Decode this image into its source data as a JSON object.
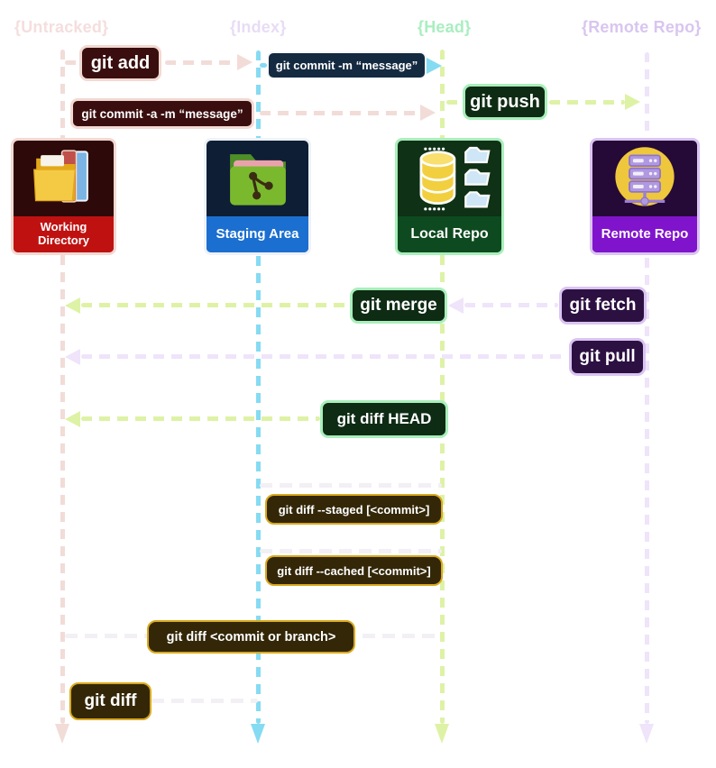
{
  "columns": {
    "untracked": "{Untracked}",
    "index": "{Index}",
    "head": "{Head}",
    "remote": "{Remote Repo}"
  },
  "commands": {
    "add": "git add",
    "commit_m": "git commit -m “message”",
    "commit_am": "git commit -a -m “message”",
    "push": "git push",
    "merge": "git merge",
    "fetch": "git fetch",
    "pull": "git pull",
    "diff_head": "git diff HEAD",
    "diff_staged": "git diff --staged [<commit>]",
    "diff_cached": "git diff --cached [<commit>]",
    "diff_commit_branch": "git diff <commit or branch>",
    "diff": "git diff"
  },
  "nodes": {
    "working_directory": "Working Directory",
    "staging_area": "Staging Area",
    "local_repo": "Local Repo",
    "remote_repo": "Remote Repo"
  },
  "icons": {
    "working_directory": "folders-icon",
    "staging_area": "git-branch-folder-icon",
    "local_repo": "database-icon",
    "remote_repo": "server-icon"
  },
  "colors": {
    "lane-untracked": "#f2dcd8",
    "lane-index": "#85dbf2",
    "lane-head": "#def2a6",
    "lane-remote": "#efe4fa",
    "maroon-bg": "#3a0e0e",
    "maroon-border": "#f2d9d2",
    "navy-bg": "#142a40",
    "navy-border": "#f5f7fa",
    "green-bg": "#0e2b14",
    "green-border": "#a9efbb",
    "purple-bg": "#2d1042",
    "purple-border": "#dac4f2",
    "olive-bg": "#332708",
    "olive-border": "#d9a91e",
    "band-red": "#c01111",
    "band-blue": "#1b6fd0",
    "band-green": "#0e4a20",
    "band-purple": "#8014cc",
    "label-untracked": "#f5dede",
    "label-index": "#e8dcf5",
    "label-head": "#a9eec0",
    "label-remote": "#d9c5f0",
    "connector-white": "#f2f0f5"
  }
}
